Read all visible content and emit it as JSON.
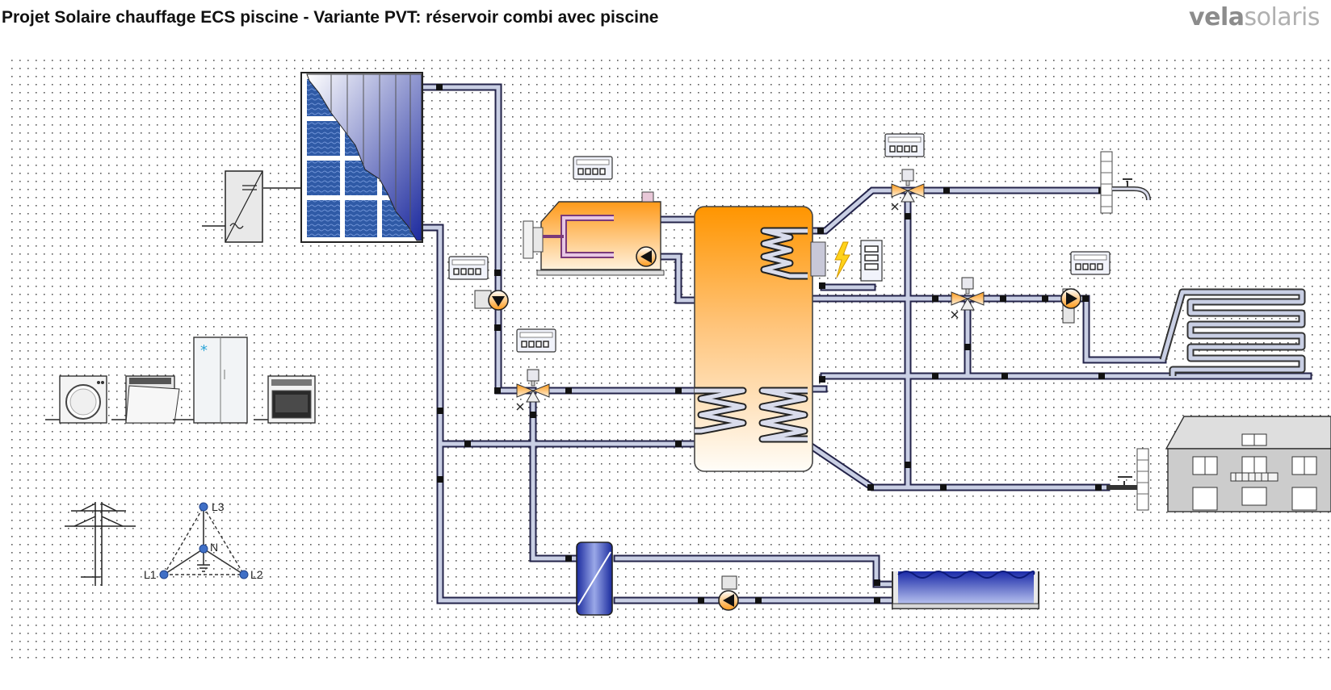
{
  "title": "Projet Solaire chauffage ECS piscine - Variante PVT: réservoir combi avec piscine",
  "brand": {
    "part1": "vela",
    "part2": "solaris"
  },
  "grid": {
    "labels": {
      "l1": "L1",
      "l2": "L2",
      "l3": "L3",
      "n": "N"
    }
  },
  "colors": {
    "pipe": "#c9cfe4",
    "pipe_border": "#2a2a4a",
    "tank_top": "#ff9800",
    "tank_bottom": "#fffdf8",
    "pvt_blue": "#2c4f9a",
    "pool_blue": "#2336b5"
  },
  "icons": [
    "pvt-collector-icon",
    "inverter-icon",
    "washing-machine-icon",
    "dishwasher-icon",
    "fridge-icon",
    "oven-icon",
    "power-pylon-icon",
    "three-phase-icon",
    "boiler-icon",
    "storage-tank-icon",
    "controller-icon",
    "pump-icon",
    "mixing-valve-icon",
    "faucet-icon",
    "floor-heating-icon",
    "house-icon",
    "heat-exchanger-icon",
    "pool-icon",
    "electric-heater-icon"
  ]
}
